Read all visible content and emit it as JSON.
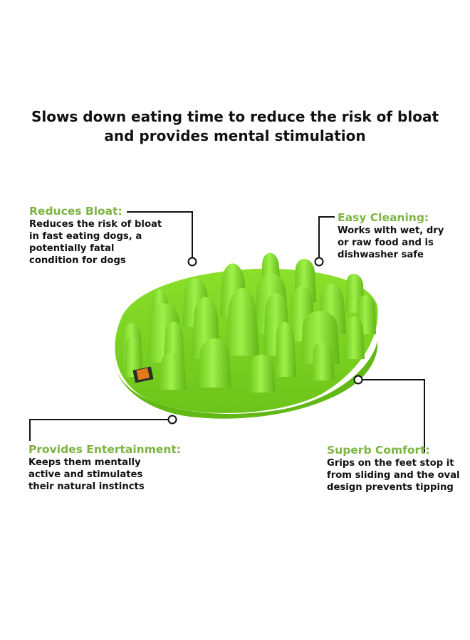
{
  "headline": {
    "line1": "Slows down eating time to reduce the risk of bloat",
    "line2": "and provides mental stimulation"
  },
  "callouts": {
    "reduces_bloat": {
      "title": "Reduces Bloat:",
      "lines": [
        "Reduces the risk of bloat",
        "in fast eating dogs, a",
        "potentially fatal",
        "condition for dogs"
      ]
    },
    "easy_cleaning": {
      "title": "Easy Cleaning:",
      "lines": [
        "Works with wet, dry",
        "or raw food and is",
        "dishwasher safe"
      ]
    },
    "provides_entertainment": {
      "title": "Provides Entertainment:",
      "lines": [
        "Keeps them mentally",
        "active and stimulates",
        "their natural instincts"
      ]
    },
    "superb_comfort": {
      "title": "Superb Comfort:",
      "lines": [
        "Grips on the feet stop it",
        "from sliding and the oval",
        "design prevents tipping"
      ]
    }
  },
  "colors": {
    "accent_green": "#7cb342",
    "bowl_green": "#7ed321",
    "text": "#111111"
  }
}
